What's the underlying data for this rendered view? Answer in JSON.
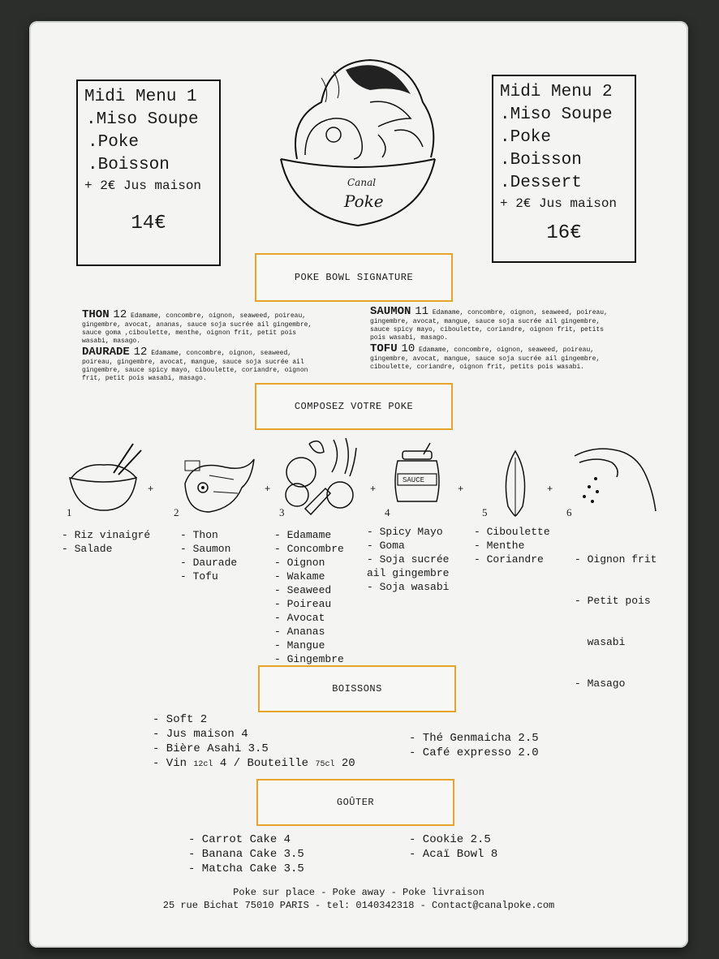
{
  "menus": [
    {
      "title": "Midi Menu 1",
      "items": [
        ".Miso Soupe",
        ".Poke",
        ".Boisson"
      ],
      "extra": "+ 2€ Jus maison",
      "price": "14€"
    },
    {
      "title": "Midi Menu 2",
      "items": [
        ".Miso Soupe",
        ".Poke",
        ".Boisson",
        ".Dessert"
      ],
      "extra": "+ 2€ Jus maison",
      "price": "16€"
    }
  ],
  "logo": {
    "line1": "Canal",
    "line2": "Poke"
  },
  "sections": {
    "signature": "POKE BOWL SIGNATURE",
    "compose": "COMPOSEZ VOTRE POKE",
    "drinks": "BOISSONS",
    "gouter": "GOÛTER"
  },
  "signature": [
    {
      "name": "THON",
      "price": "12",
      "desc": "Edamame, concombre, oignon, seaweed, poireau, gingembre, avocat, ananas, sauce soja sucrée ail gingembre, sauce goma ,ciboulette, menthe, oignon frit, petit pois wasabi, masago."
    },
    {
      "name": "DAURADE",
      "price": "12",
      "desc": "Edamame, concombre, oignon, seaweed, poireau, gingembre, avocat, mangue, sauce soja sucrée ail gingembre, sauce spicy mayo, ciboulette, coriandre, oignon frit, petit pois wasabi, masago."
    },
    {
      "name": "SAUMON",
      "price": "11",
      "desc": "Edamame, concombre, oignon, seaweed, poireau, gingembre, avocat, mangue, sauce soja sucrée ail gingembre, sauce spicy mayo, ciboulette, coriandre, oignon frit, petits pois wasabi, masago."
    },
    {
      "name": "TOFU",
      "price": "10",
      "desc": "Edamame, concombre, oignon, seaweed, poireau, gingembre, avocat, mangue, sauce soja sucrée ail gingembre, ciboulette, coriandre, oignon frit, petits pois wasabi."
    }
  ],
  "steps": [
    {
      "num": "1",
      "items": [
        "- Riz vinaigré",
        "- Salade"
      ]
    },
    {
      "num": "2",
      "items": [
        "- Thon",
        "- Saumon",
        "- Daurade",
        "- Tofu"
      ]
    },
    {
      "num": "3",
      "items": [
        "- Edamame",
        "- Concombre",
        "- Oignon",
        "- Wakame",
        "- Seaweed",
        "- Poireau",
        "- Avocat",
        "- Ananas",
        "- Mangue",
        "- Gingembre"
      ]
    },
    {
      "num": "4",
      "items": [
        "- Spicy Mayo",
        "- Goma",
        "- Soja sucrée",
        "ail gingembre",
        "- Soja wasabi"
      ]
    },
    {
      "num": "5",
      "items": [
        "- Ciboulette",
        "- Menthe",
        "- Coriandre"
      ]
    },
    {
      "num": "6",
      "items": [
        "- Oignon frit",
        "- Petit pois",
        "  wasabi",
        "- Masago"
      ]
    }
  ],
  "plus": "+",
  "sauce_label": "SAUCE",
  "drinks_left": [
    "- Soft 2",
    "- Jus maison 4",
    "- Bière Asahi 3.5"
  ],
  "wine": {
    "a": "- Vin ",
    "b": "12cl",
    "c": " 4 / Bouteille ",
    "d": "75cl",
    "e": " 20"
  },
  "drinks_right": [
    "- Thé Genmaicha 2.5",
    "- Café expresso 2.0"
  ],
  "gouter_left": [
    "- Carrot Cake 4",
    "- Banana Cake 3.5",
    "- Matcha Cake 3.5"
  ],
  "gouter_right": [
    "- Cookie 2.5",
    "- Acaï Bowl 8"
  ],
  "footer": {
    "line1": "Poke sur place - Poke away - Poke livraison",
    "line2": "25 rue Bichat 75010 PARIS - tel: 0140342318 - Contact@canalpoke.com"
  }
}
